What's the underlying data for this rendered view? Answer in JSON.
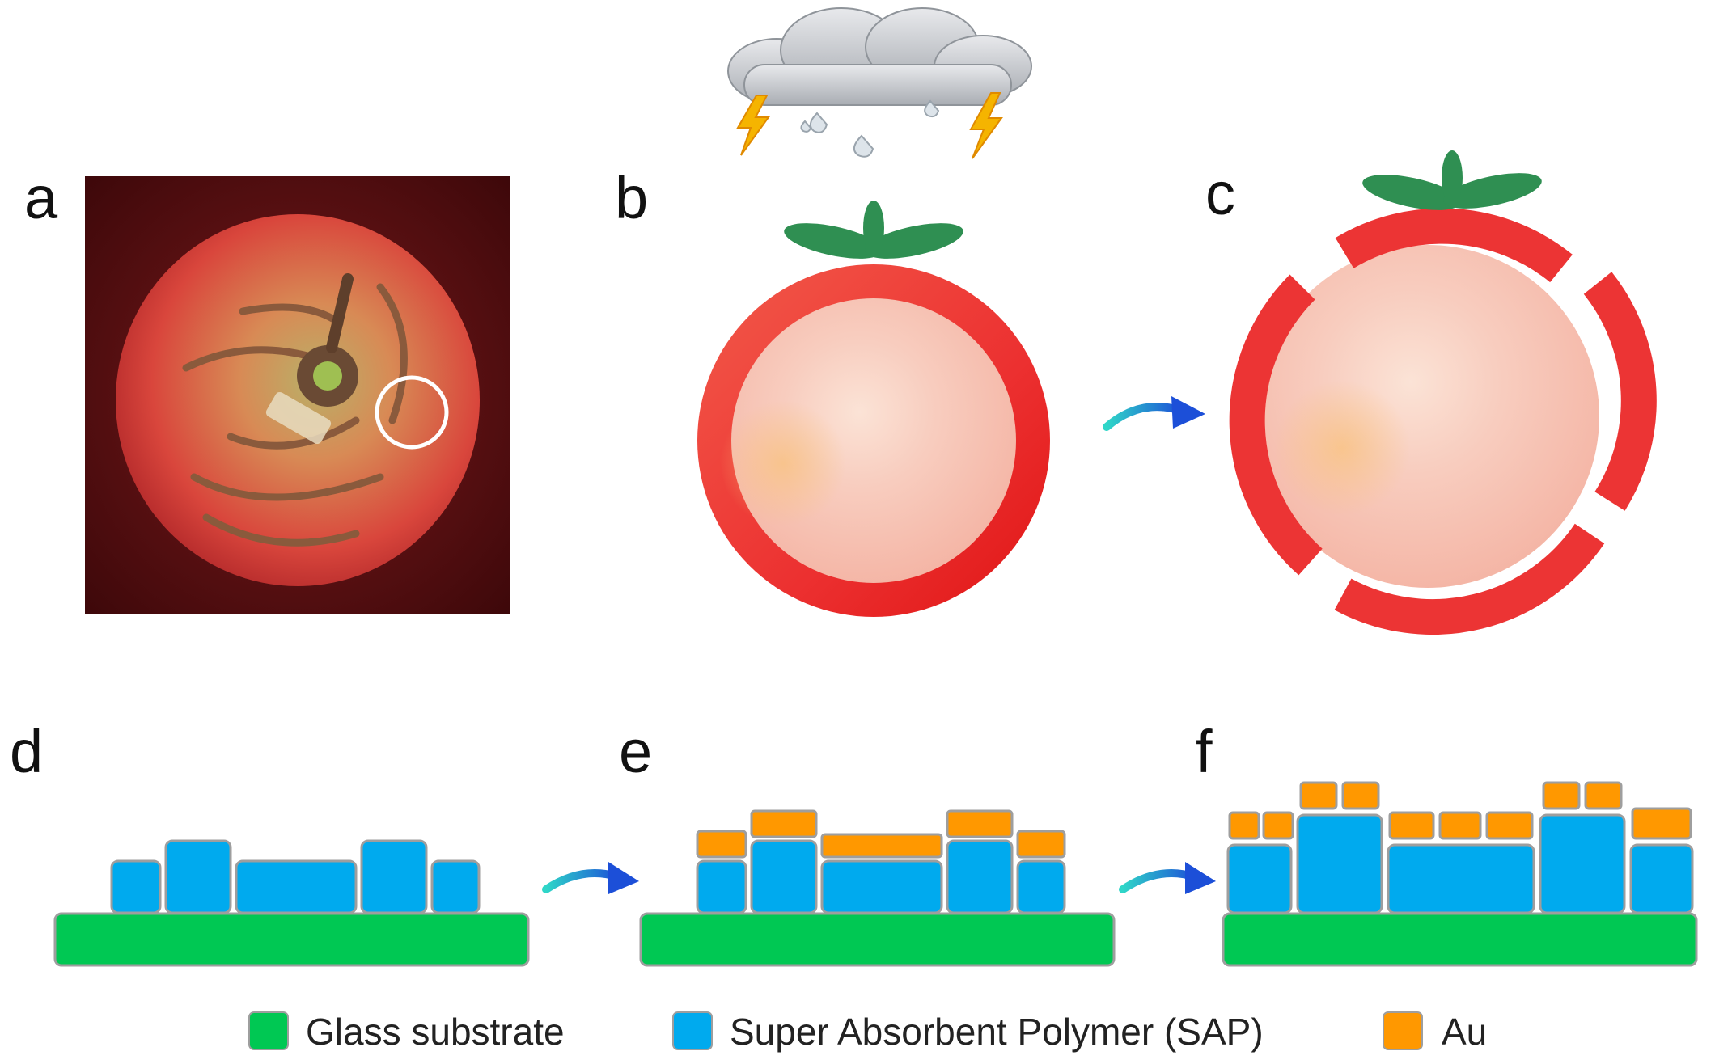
{
  "panels": {
    "a": "a",
    "b": "b",
    "c": "c",
    "d": "d",
    "e": "e",
    "f": "f"
  },
  "legend": {
    "items": [
      {
        "label": "Glass substrate",
        "color": "#00c853"
      },
      {
        "label": "Super Absorbent Polymer (SAP)",
        "color": "#00aaee"
      },
      {
        "label": "Au",
        "color": "#ff9800"
      }
    ]
  },
  "colors": {
    "glass": "#00c853",
    "sap": "#00aaee",
    "au": "#ff9800",
    "tomato_skin": "#ee2c2c",
    "tomato_flesh": "#f8c0b4",
    "leaf": "#2e8b4e",
    "arrow": "#1e90d0",
    "background_photo": "#5a0f12"
  },
  "icons": {
    "weather": "storm-cloud-icon",
    "arrow": "curved-arrow-icon"
  }
}
